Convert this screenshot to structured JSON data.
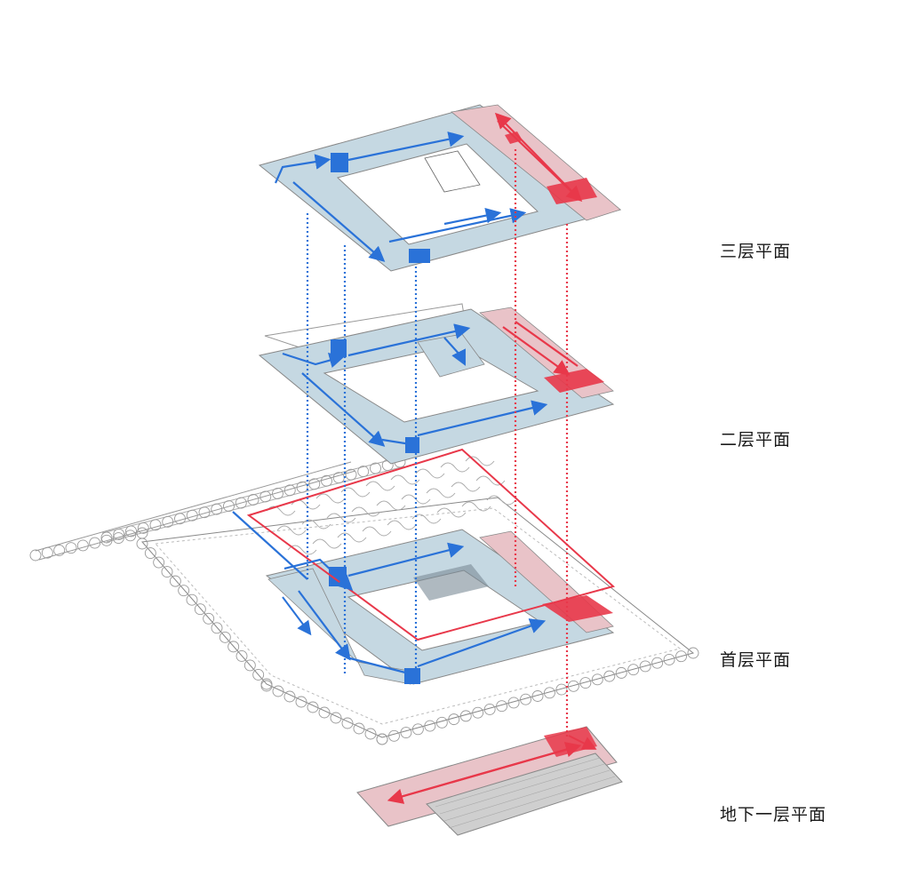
{
  "floors": {
    "third": "三层平面",
    "second": "二层平面",
    "ground": "首层平面",
    "basement": "地下一层平面"
  },
  "colors": {
    "blue_flow": "#2a72d8",
    "red_flow": "#e8384a",
    "light_blue_fill": "#c5d8e2",
    "pink_fill": "#e9c3c8",
    "gray_fill": "#cfcfcf",
    "line": "#8c8c8c"
  }
}
